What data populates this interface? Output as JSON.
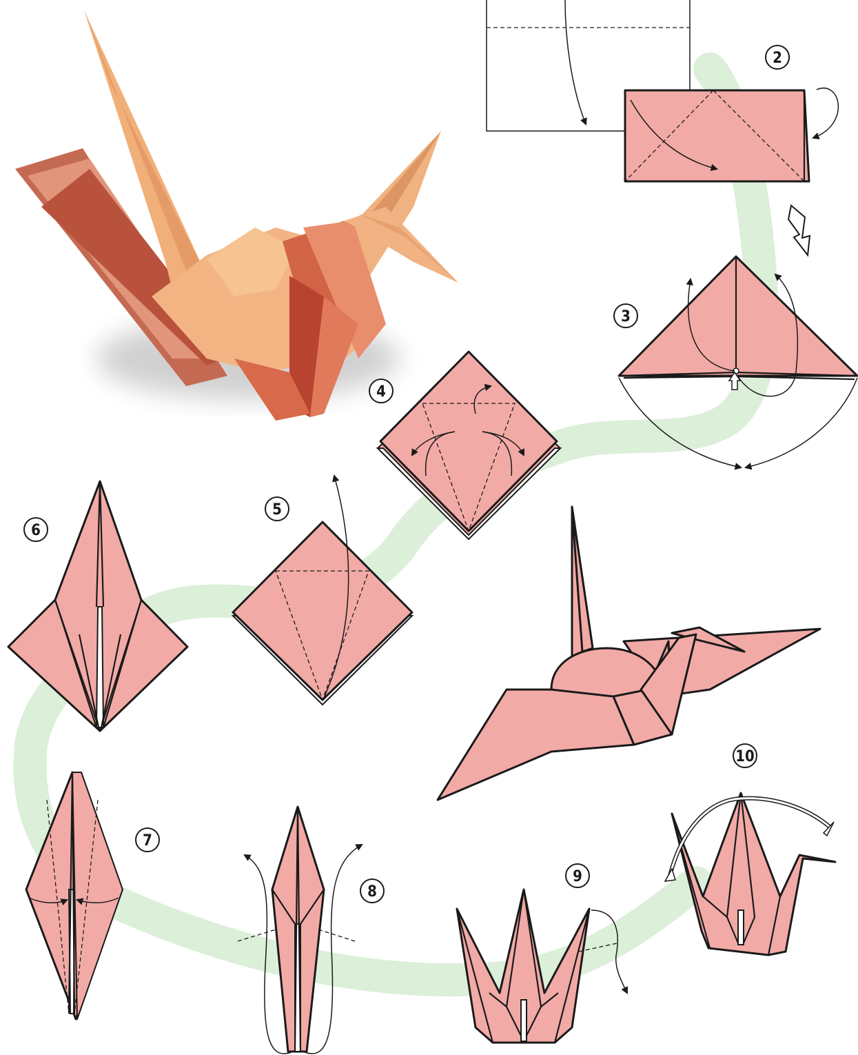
{
  "steps": [
    {
      "label": "2"
    },
    {
      "label": "3"
    },
    {
      "label": "4"
    },
    {
      "label": "5"
    },
    {
      "label": "6"
    },
    {
      "label": "7"
    },
    {
      "label": "8"
    },
    {
      "label": "9"
    },
    {
      "label": "10"
    }
  ],
  "colors": {
    "paper": "#f2aaa6",
    "path": "#dcefd9",
    "photo_light": "#f3b383",
    "photo_dark": "#c4523e",
    "outline": "#1a1a1a"
  }
}
